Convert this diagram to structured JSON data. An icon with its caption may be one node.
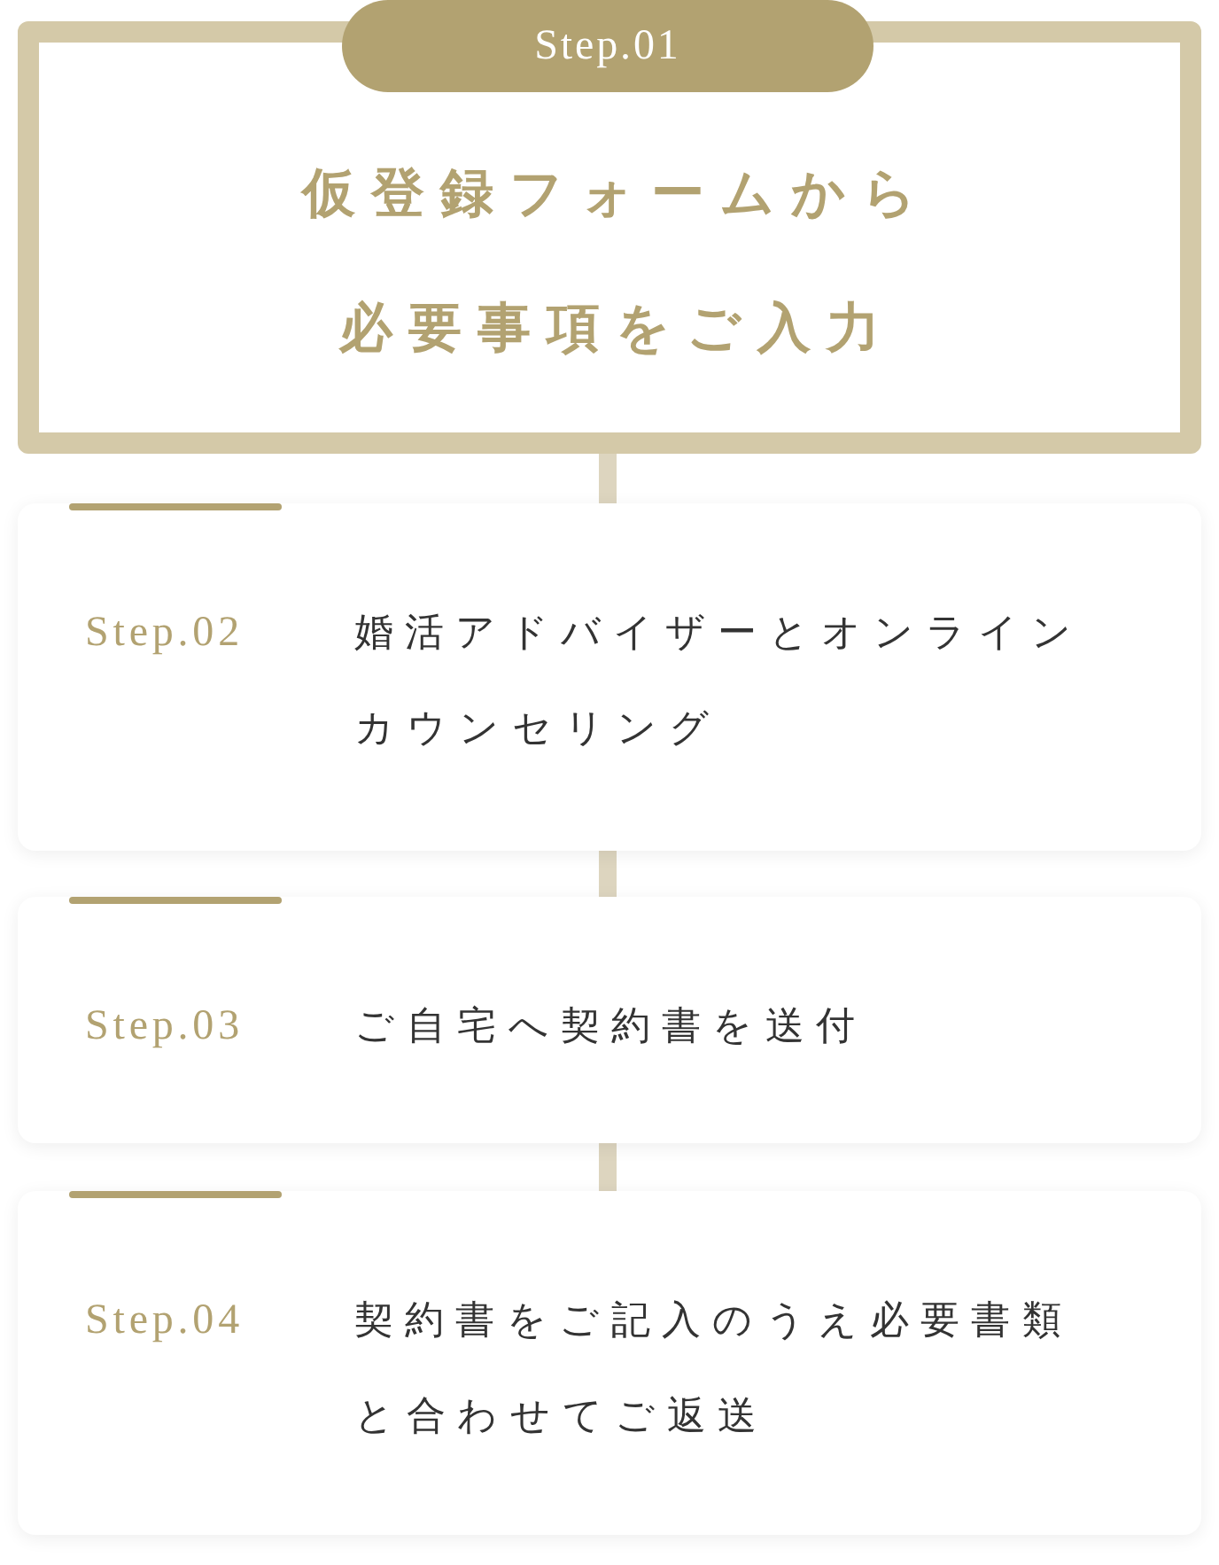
{
  "diagram": {
    "nodes": [
      {
        "text": [
          "Step.01",
          "仮登録フォームから必要事項をご入力"
        ]
      },
      {
        "text": [
          "Step.02",
          "婚活アドバイザーとオンラインカウンセリング"
        ]
      },
      {
        "text": [
          "Step.03",
          "ご自宅へ契約書を送付"
        ]
      },
      {
        "text": [
          "Step.04",
          "契約書をご記入のうえ必要書類と合わせてご返送"
        ]
      }
    ],
    "edges": [
      {
        "from": 0,
        "to": 1,
        "arrow": "none"
      },
      {
        "from": 1,
        "to": 2,
        "arrow": "none"
      },
      {
        "from": 2,
        "to": 3,
        "arrow": "none"
      }
    ]
  }
}
